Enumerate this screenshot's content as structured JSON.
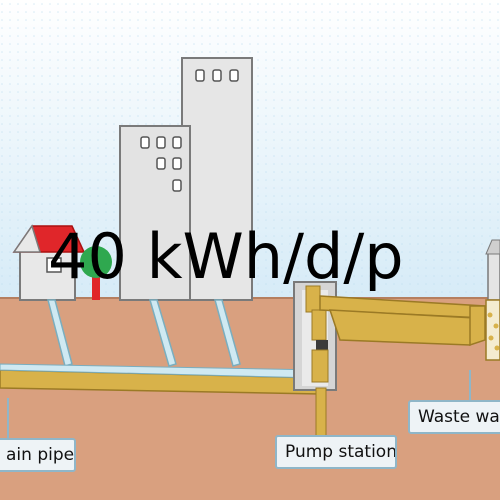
{
  "overlay": {
    "text": "40 kWh/d/p"
  },
  "labels": {
    "drain_pipe": "ain pipe",
    "pump_station": "Pump station",
    "waste_water": "Waste wate"
  },
  "colors": {
    "sky_top": "#ffffff",
    "sky_bottom": "#dceef8",
    "ground": "#d9a07f",
    "sewage": "#d8b24a",
    "building": "#e4e4e4",
    "roof": "#e0262a",
    "tree": "#2fa84f"
  }
}
